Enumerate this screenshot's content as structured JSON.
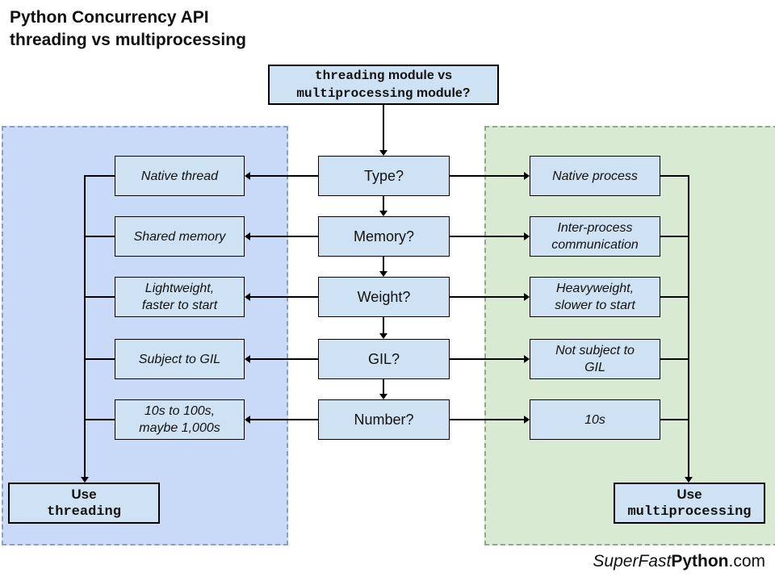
{
  "title": {
    "line1": "Python Concurrency API",
    "line2": "threading vs multiprocessing"
  },
  "root_box": {
    "code1": "threading",
    "rest1": " module vs",
    "code2": "multiprocessing",
    "rest2": " module?"
  },
  "rows": [
    {
      "question": "Type?",
      "threading": "Native thread",
      "multiprocessing": "Native process"
    },
    {
      "question": "Memory?",
      "threading": "Shared memory",
      "multiprocessing": "Inter-process\ncommunication"
    },
    {
      "question": "Weight?",
      "threading": "Lightweight,\nfaster to start",
      "multiprocessing": "Heavyweight,\nslower to start"
    },
    {
      "question": "GIL?",
      "threading": "Subject to GIL",
      "multiprocessing": "Not subject to\nGIL"
    },
    {
      "question": "Number?",
      "threading": "10s to 100s,\nmaybe 1,000s",
      "multiprocessing": "10s"
    }
  ],
  "conclusions": {
    "threading": {
      "use": "Use",
      "module": "threading"
    },
    "multiprocessing": {
      "use": "Use",
      "module": "multiprocessing"
    }
  },
  "footer": {
    "italic": "SuperFast",
    "bold": "Python",
    "rest": ".com"
  },
  "colors": {
    "panel_threading_bg": "#c9daf8",
    "panel_multiprocessing_bg": "#d9ead3",
    "node_bg": "#cfe2f3",
    "node_border": "#000000",
    "panel_threading_border": "#8b9dc9",
    "panel_multiprocessing_border": "#92a68b"
  }
}
